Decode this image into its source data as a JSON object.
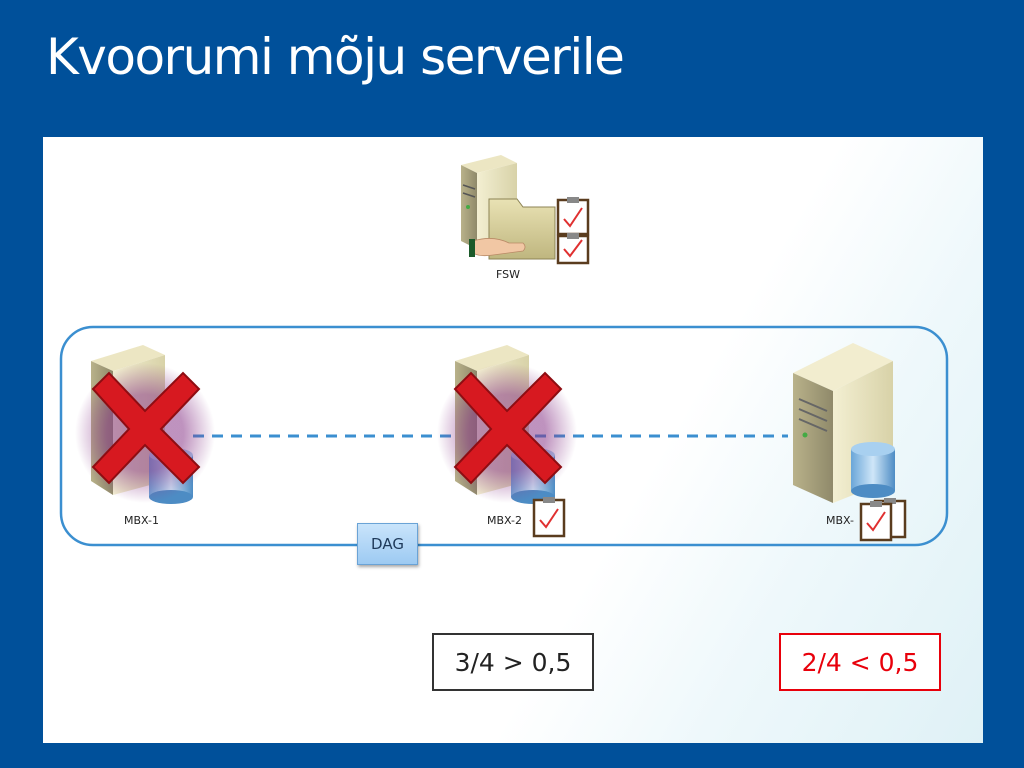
{
  "slide": {
    "title": "Kvoorumi mõju serverile"
  },
  "nodes": {
    "fsw": {
      "label": "FSW",
      "icon": "file-share-witness-server-icon"
    },
    "mbx1": {
      "label": "MBX-1",
      "state": "failed"
    },
    "mbx2": {
      "label": "MBX-2",
      "state": "failed"
    },
    "mbx3": {
      "label": "MBX-",
      "state": "online"
    }
  },
  "dag": {
    "label": "DAG"
  },
  "equations": {
    "left": "3/4 > 0,5",
    "right": "2/4 < 0,5"
  },
  "colors": {
    "background": "#00509a",
    "cluster_outline": "#3b8fd0",
    "failure_cross": "#d71920",
    "check": "#e03030",
    "warning_text": "#e8000b"
  }
}
